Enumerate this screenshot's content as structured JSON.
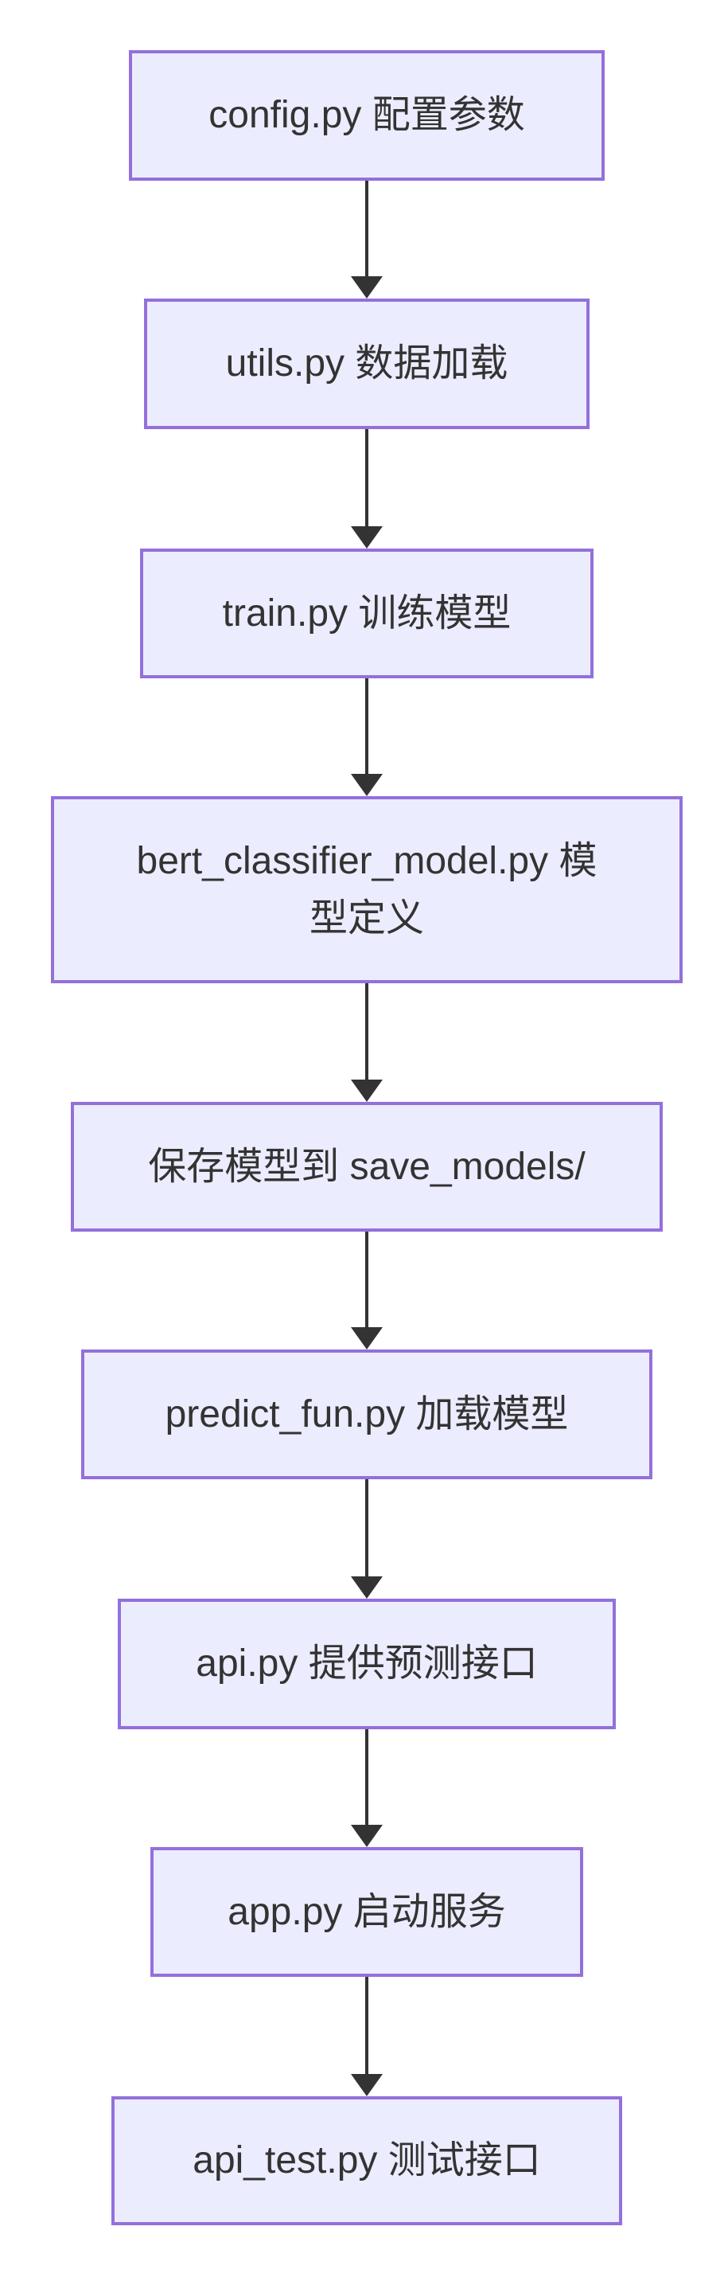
{
  "diagram": {
    "type": "flowchart",
    "direction": "top-down",
    "colors": {
      "background": "#ffffff",
      "node_fill": "#ECECFF",
      "node_border": "#9370DB",
      "arrow_color": "#333333",
      "text_color": "#333333"
    },
    "nodes": [
      {
        "id": "config",
        "label": "config.py 配置参数"
      },
      {
        "id": "utils",
        "label": "utils.py 数据加载"
      },
      {
        "id": "train",
        "label": "train.py 训练模型"
      },
      {
        "id": "bert_model",
        "label": "bert_classifier_model.py 模\n型定义"
      },
      {
        "id": "save_models",
        "label": "保存模型到 save_models/"
      },
      {
        "id": "predict_fun",
        "label": "predict_fun.py 加载模型"
      },
      {
        "id": "api",
        "label": "api.py 提供预测接口"
      },
      {
        "id": "app",
        "label": "app.py 启动服务"
      },
      {
        "id": "api_test",
        "label": "api_test.py 测试接口"
      }
    ],
    "edges": [
      {
        "from": "config",
        "to": "utils"
      },
      {
        "from": "utils",
        "to": "train"
      },
      {
        "from": "train",
        "to": "bert_model"
      },
      {
        "from": "bert_model",
        "to": "save_models"
      },
      {
        "from": "save_models",
        "to": "predict_fun"
      },
      {
        "from": "predict_fun",
        "to": "api"
      },
      {
        "from": "api",
        "to": "app"
      },
      {
        "from": "app",
        "to": "api_test"
      }
    ]
  }
}
